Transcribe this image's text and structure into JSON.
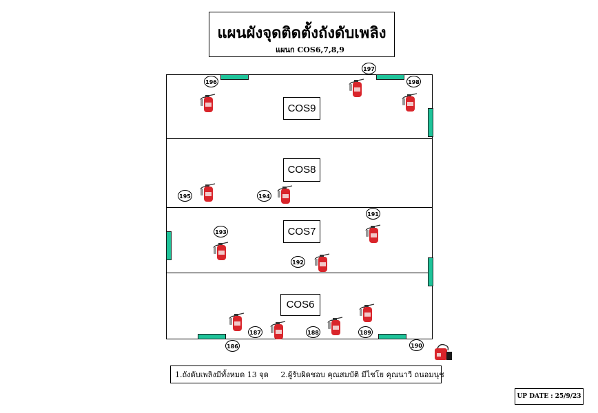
{
  "title": {
    "main": "แผนผังจุดติดตั้งถังดับเพลิง",
    "sub": "แผนก COS6,7,8,9"
  },
  "rooms": [
    "COS9",
    "COS8",
    "COS7",
    "COS6"
  ],
  "extinguisher_numbers": [
    "196",
    "197",
    "198",
    "195",
    "194",
    "193",
    "191",
    "192",
    "186",
    "187",
    "188",
    "189",
    "190"
  ],
  "note": {
    "item1": "1.ถังดับเพลิงมีทั้งหมด 13 จุด",
    "item2": "2.ผู้รับผิดชอบ คุณสมบัติ  มีไชโย  คุณนาวี  ถนอมนุช"
  },
  "update": "UP DATE :  25/9/23",
  "colors": {
    "door": "#1fc49a",
    "extinguisher": "#d9252b",
    "line": "#000000"
  }
}
